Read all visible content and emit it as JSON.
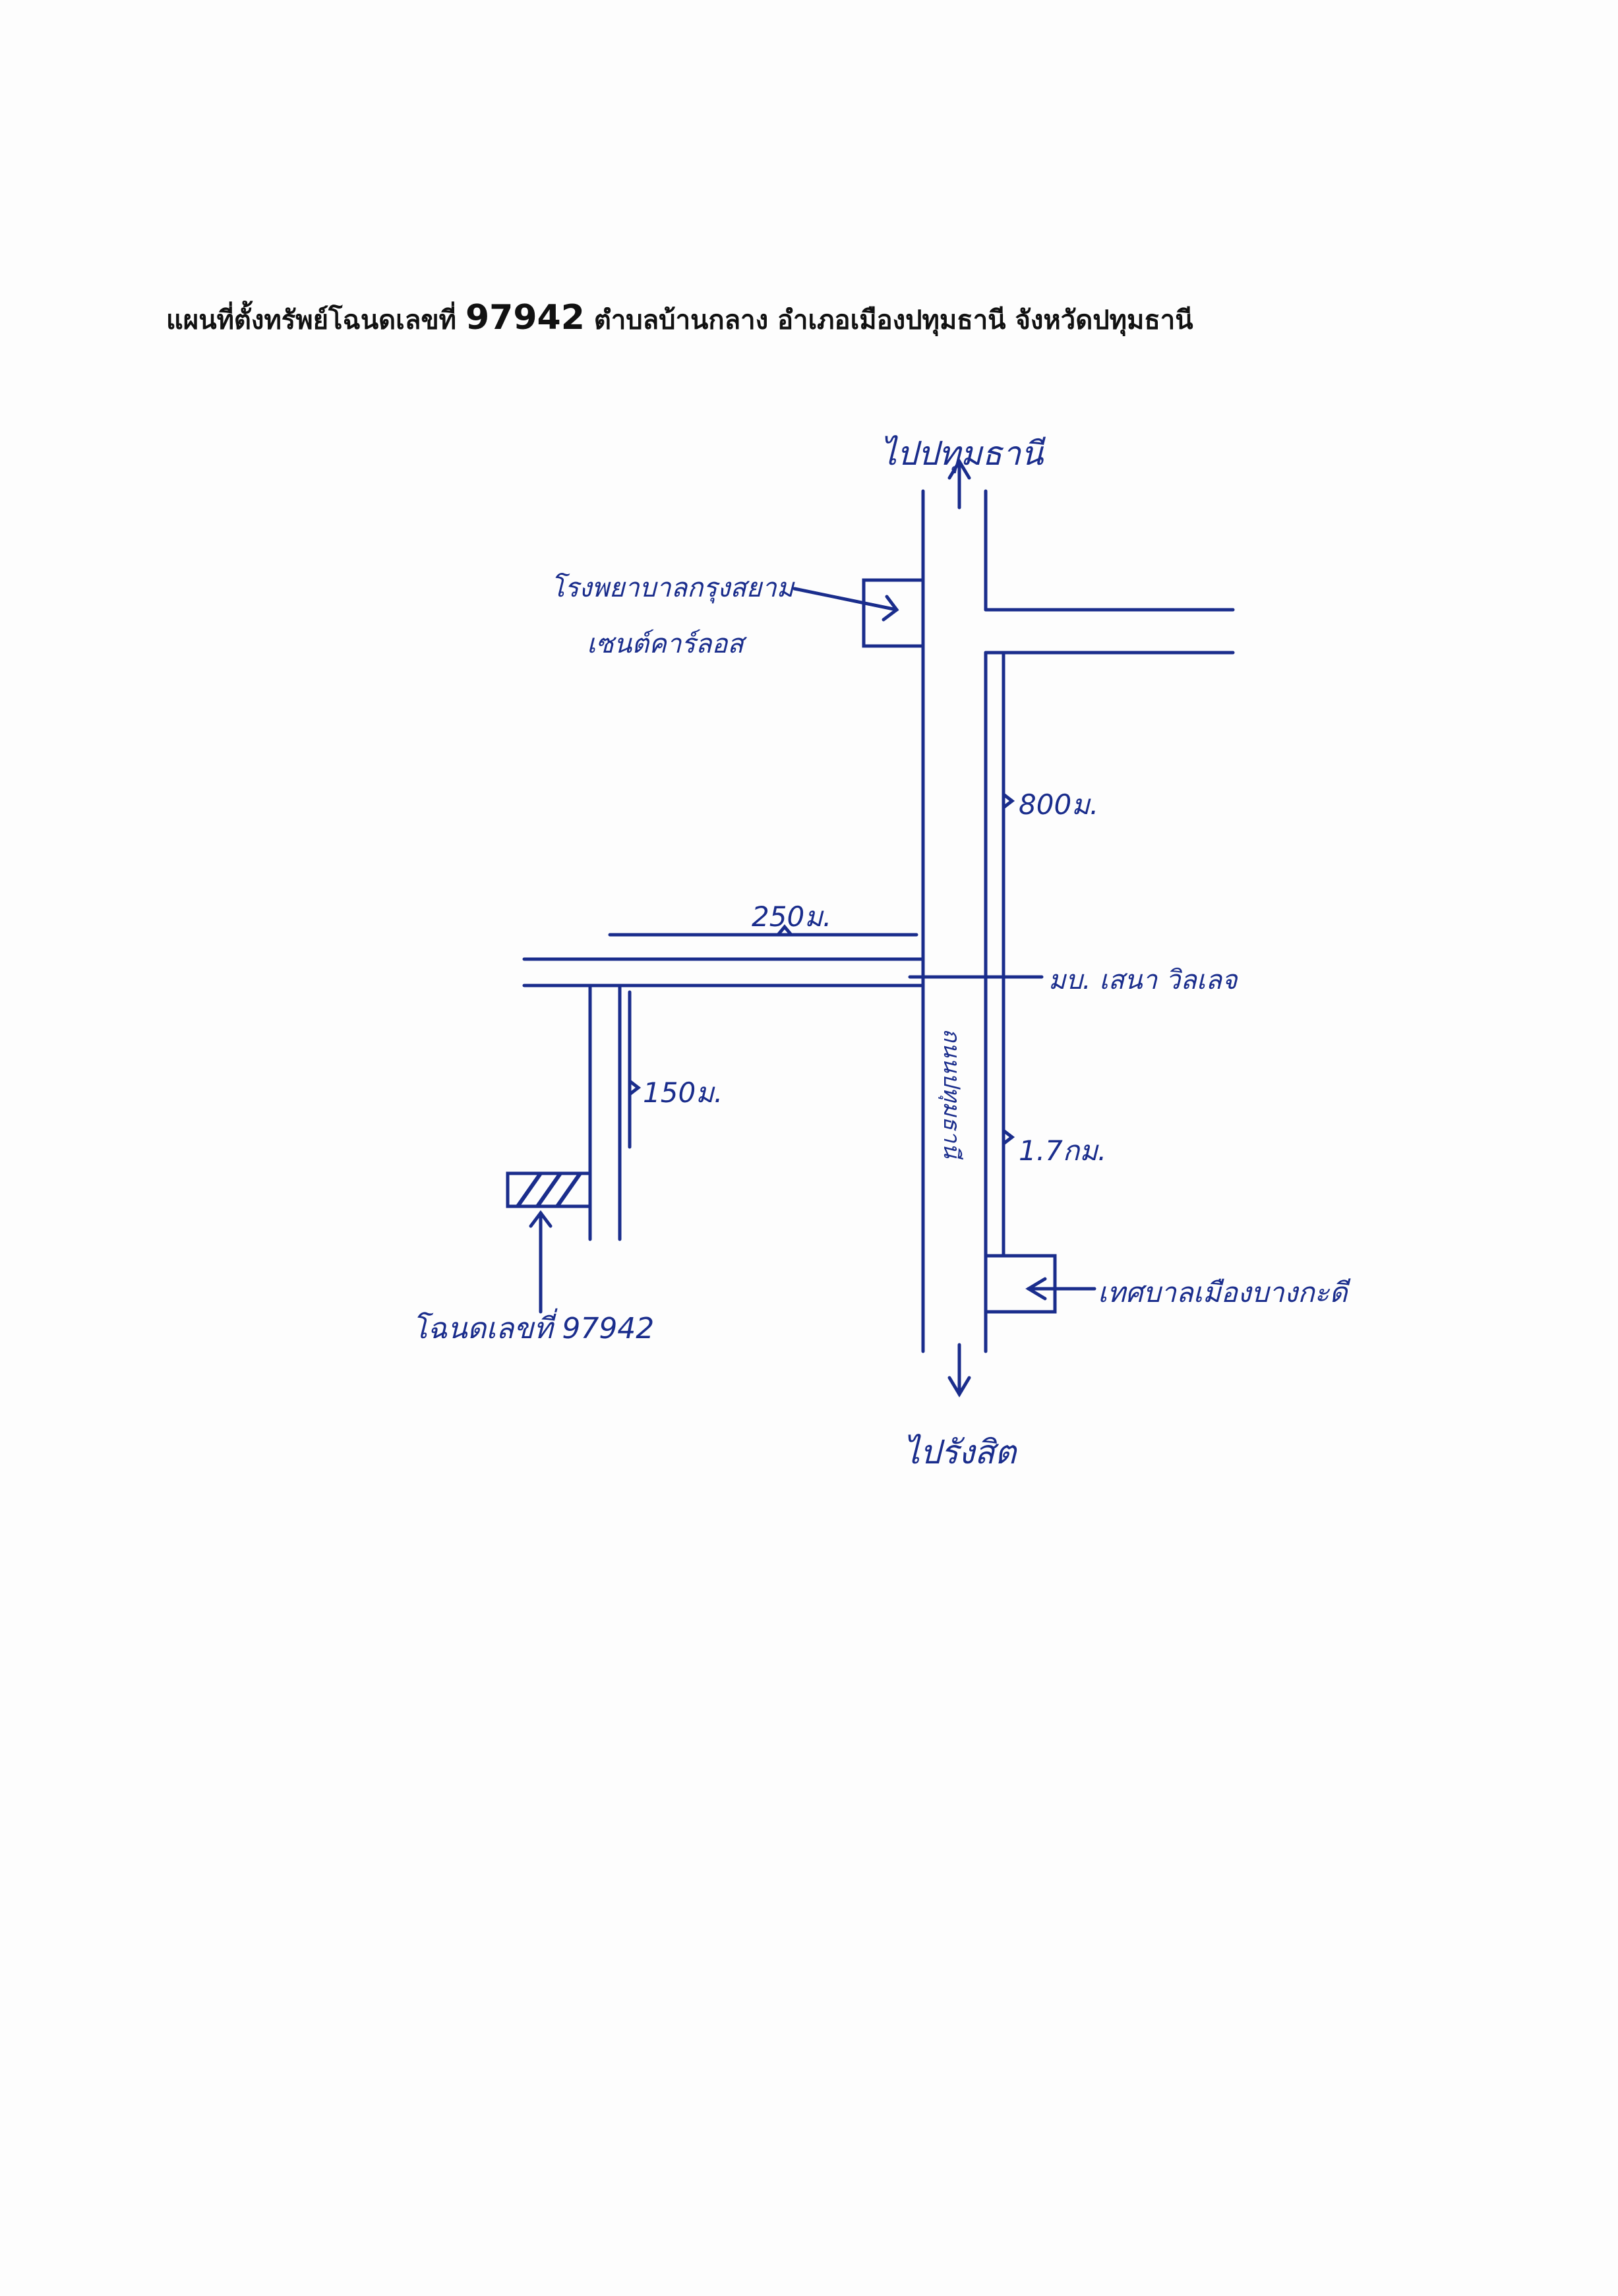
{
  "header": {
    "title_prefix": "แผนที่ตั้งทรัพย์โฉนดเลขที่",
    "deed_number": "97942",
    "title_suffix": "ตำบลบ้านกลาง อำเภอเมืองปทุมธานี จังหวัดปทุมธานี"
  },
  "map": {
    "ink_color": "#1a2d8c",
    "labels": {
      "to_pathum_thani": "ไปปทุมธานี",
      "to_rangsit": "ไปรังสิต",
      "hospital_line1": "โรงพยาบาลกรุงสยาม",
      "hospital_line2": "เซนต์คาร์ลอส",
      "main_road": "ถนนปทุมธานี",
      "village": "มบ. เสนา วิลเลจ",
      "municipality": "เทศบาลเมืองบางกะดี",
      "deed_label": "โฉนดเลขที่ 97942"
    },
    "distances": {
      "d_800": "800ม.",
      "d_250": "250ม.",
      "d_150": "150ม.",
      "d_1_7": "1.7กม."
    }
  }
}
